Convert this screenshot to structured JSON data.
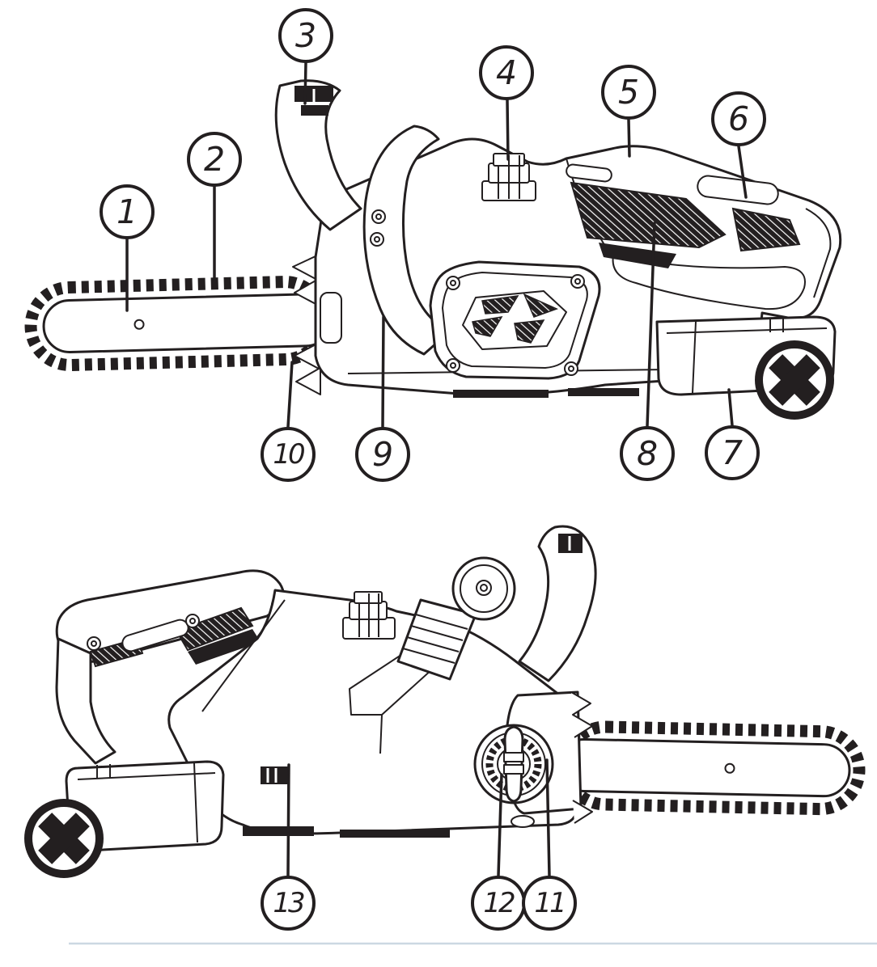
{
  "page": {
    "background": "#ffffff"
  },
  "diagram": {
    "type": "parts-callout-diagram",
    "subject": "cordless chainsaw line drawing, two side views",
    "line_color": "#231f20",
    "divider_color": "#ccd8e2",
    "views": [
      {
        "name": "left-side-view",
        "callout_labels": [
          "1",
          "2",
          "3",
          "4",
          "5",
          "6",
          "7",
          "8",
          "9",
          "10"
        ]
      },
      {
        "name": "right-side-view",
        "callout_labels": [
          "11",
          "12",
          "13"
        ]
      }
    ],
    "prohibition_symbols": [
      {
        "name": "no-symbol-top",
        "glyph": "✖",
        "location": "battery pack, left-side view"
      },
      {
        "name": "no-symbol-bottom",
        "glyph": "✖",
        "location": "battery pack, right-side view"
      }
    ]
  },
  "callouts": [
    {
      "label": "1"
    },
    {
      "label": "2"
    },
    {
      "label": "3"
    },
    {
      "label": "4"
    },
    {
      "label": "5"
    },
    {
      "label": "6"
    },
    {
      "label": "7"
    },
    {
      "label": "8"
    },
    {
      "label": "9"
    },
    {
      "label": "10"
    },
    {
      "label": "11"
    },
    {
      "label": "12"
    },
    {
      "label": "13"
    }
  ]
}
